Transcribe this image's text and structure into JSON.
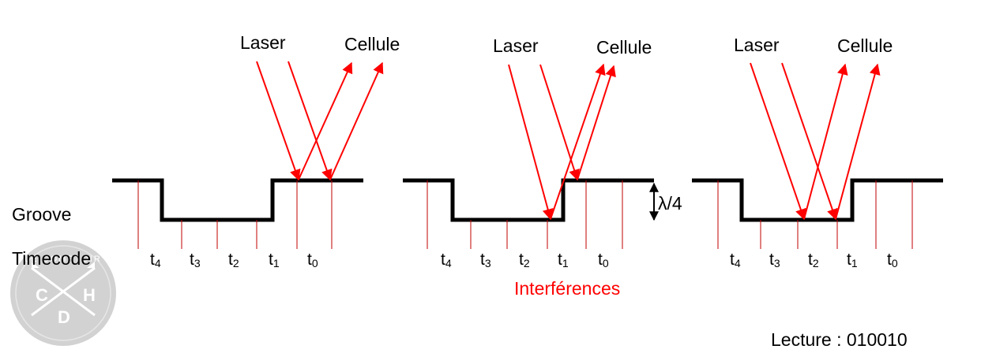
{
  "labels": {
    "laser": "Laser",
    "cellule": "Cellule",
    "groove": "Groove",
    "timecode": "Timecode",
    "lambda": "λ/4",
    "interferences": "Interférences",
    "lecture": "Lecture : 010010"
  },
  "time_ticks": [
    {
      "t": "t",
      "sub": "4"
    },
    {
      "t": "t",
      "sub": "3"
    },
    {
      "t": "t",
      "sub": "2"
    },
    {
      "t": "t",
      "sub": "1"
    },
    {
      "t": "t",
      "sub": "0"
    }
  ],
  "logo": {
    "letters": [
      "C",
      "H",
      "D"
    ],
    "text": "LE COMPTOIR"
  },
  "colors": {
    "beam": "#ff0000",
    "groove": "#000000",
    "tick_line": "#c00000",
    "logo_bg": "#d2d2d2"
  }
}
